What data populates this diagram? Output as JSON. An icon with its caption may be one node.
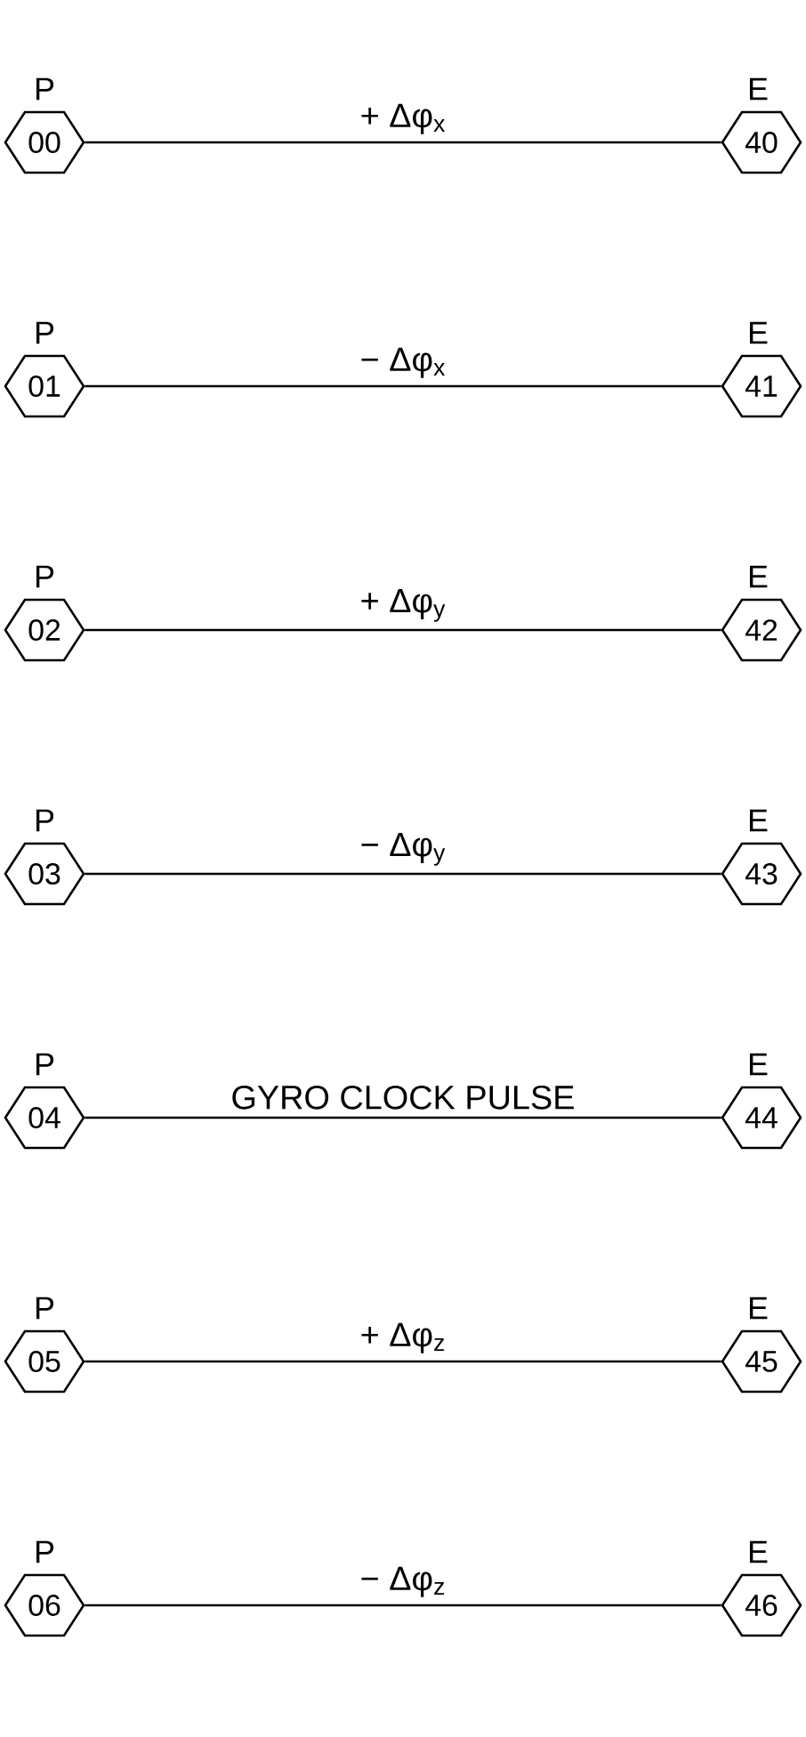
{
  "diagram": {
    "nodes": [
      {
        "text": [
          "P",
          "00"
        ]
      },
      {
        "text": [
          "P",
          "01"
        ]
      },
      {
        "text": [
          "P",
          "02"
        ]
      },
      {
        "text": [
          "P",
          "03"
        ]
      },
      {
        "text": [
          "P",
          "04"
        ]
      },
      {
        "text": [
          "P",
          "05"
        ]
      },
      {
        "text": [
          "P",
          "06"
        ]
      },
      {
        "text": [
          "E",
          "40"
        ]
      },
      {
        "text": [
          "E",
          "41"
        ]
      },
      {
        "text": [
          "E",
          "42"
        ]
      },
      {
        "text": [
          "E",
          "43"
        ]
      },
      {
        "text": [
          "E",
          "44"
        ]
      },
      {
        "text": [
          "E",
          "45"
        ]
      },
      {
        "text": [
          "E",
          "46"
        ]
      }
    ],
    "edges": [
      {
        "from": 0,
        "to": 7,
        "arrow": "none",
        "label": "+ Δφ$_{x}$"
      },
      {
        "from": 1,
        "to": 8,
        "arrow": "none",
        "label": "− Δφ$_{x}$"
      },
      {
        "from": 2,
        "to": 9,
        "arrow": "none",
        "label": "+ Δφ$_{y}$"
      },
      {
        "from": 3,
        "to": 10,
        "arrow": "none",
        "label": "− Δφ$_{y}$"
      },
      {
        "from": 4,
        "to": 11,
        "arrow": "none",
        "label": "GYRO CLOCK PULSE"
      },
      {
        "from": 5,
        "to": 12,
        "arrow": "none",
        "label": "+ Δφ$_{z}$"
      },
      {
        "from": 6,
        "to": 13,
        "arrow": "none",
        "label": "− Δφ$_{z}$"
      }
    ]
  }
}
